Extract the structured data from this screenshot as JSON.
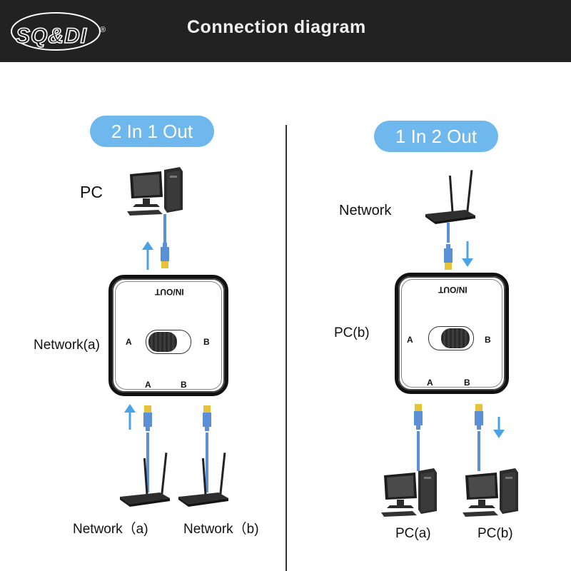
{
  "header": {
    "logo_text": "SQ&DI",
    "logo_mark": "®",
    "title": "Connection diagram"
  },
  "left": {
    "mode_label": "2 In 1 Out",
    "top_device_label": "PC",
    "side_label": "Network(a)",
    "bottom_left_label": "Network（a)",
    "bottom_right_label": "Network（b)",
    "switch": {
      "top_label": "IN/OUT",
      "left": "A",
      "right": "B",
      "bottom_a": "A",
      "bottom_b": "B"
    }
  },
  "right": {
    "mode_label": "1 In 2 Out",
    "top_device_label": "Network",
    "side_label": "PC(b)",
    "bottom_left_label": "PC(a)",
    "bottom_right_label": "PC(b)",
    "switch": {
      "top_label": "IN/OUT",
      "left": "A",
      "right": "B",
      "bottom_a": "A",
      "bottom_b": "B"
    }
  },
  "colors": {
    "pill": "#6fb8ee",
    "arrow": "#4aa3e6",
    "cable": "#5b8fd6",
    "header": "#222222"
  }
}
